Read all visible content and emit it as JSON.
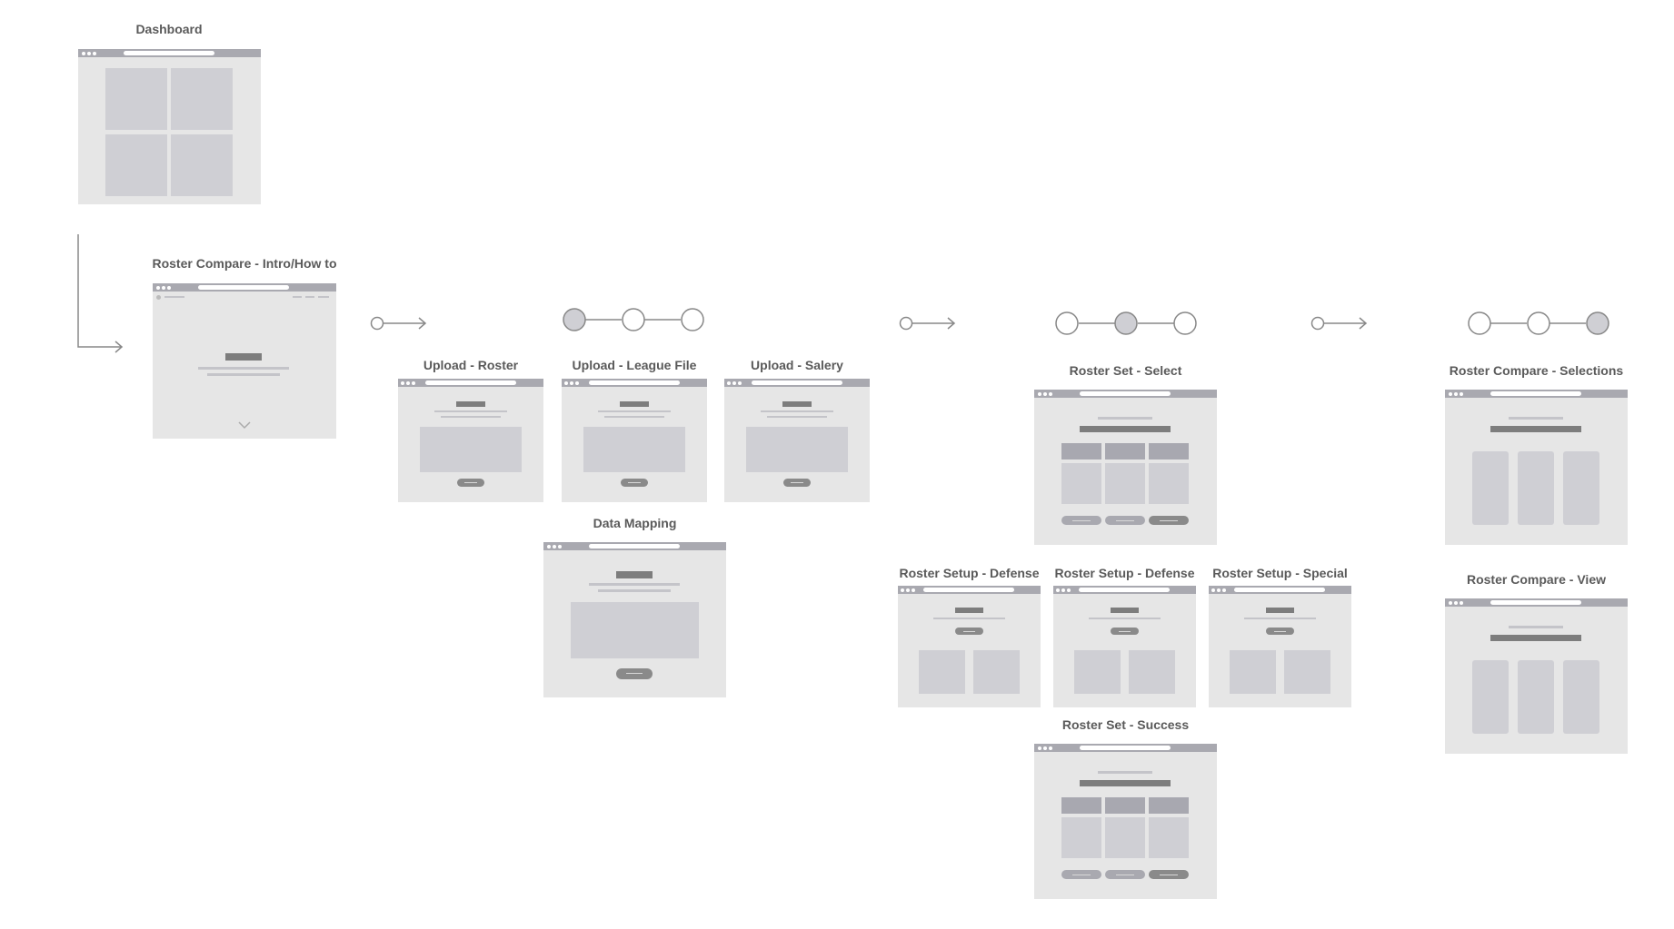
{
  "labels": {
    "dashboard": "Dashboard",
    "intro": "Roster Compare -  Intro/How to",
    "upload_roster": "Upload - Roster",
    "upload_league": "Upload - League File",
    "upload_salary": "Upload - Salery",
    "data_mapping": "Data Mapping",
    "roster_set_select": "Roster Set - Select",
    "setup_defense_1": "Roster Setup - Defense",
    "setup_defense_2": "Roster Setup - Defense",
    "setup_special": "Roster Setup - Special",
    "roster_set_success": "Roster Set - Success",
    "compare_selections": "Roster Compare - Selections",
    "compare_view": "Roster Compare - View"
  },
  "steppers": [
    {
      "name": "stepper-upload",
      "active_step": 1,
      "total_steps": 3
    },
    {
      "name": "stepper-roster-set",
      "active_step": 2,
      "total_steps": 3
    },
    {
      "name": "stepper-compare",
      "active_step": 3,
      "total_steps": 3
    }
  ],
  "colors": {
    "frame_bg": "#e6e6e6",
    "frame_bar": "#a9a9b0",
    "placeholder": "#cfcfd4",
    "heading_bar": "#7d7d7d",
    "connector": "#888888"
  },
  "icons": [
    "arrow-right-icon",
    "chevron-down-icon",
    "step-circle-icon"
  ]
}
